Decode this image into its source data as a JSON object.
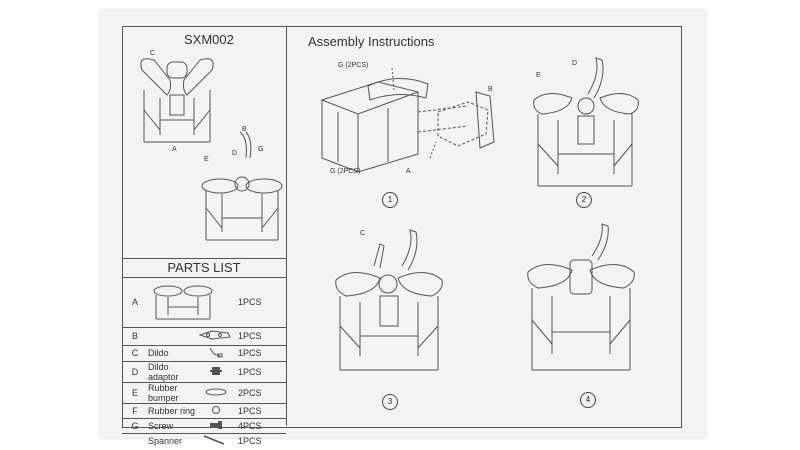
{
  "header": {
    "model": "SXM002",
    "title": "Assembly Instructions"
  },
  "overview_labels": {
    "top": [
      "C",
      "A"
    ],
    "bottom": [
      "B",
      "E",
      "D",
      "G"
    ]
  },
  "parts_list": {
    "title": "PARTS LIST",
    "rows": [
      {
        "letter": "A",
        "name": "",
        "qty": "1PCS"
      },
      {
        "letter": "B",
        "name": "",
        "qty": "1PCS"
      },
      {
        "letter": "C",
        "name": "Dildo",
        "qty": "1PCS"
      },
      {
        "letter": "D",
        "name": "Dildo adaptor",
        "qty": "1PCS"
      },
      {
        "letter": "E",
        "name": "Rubber bumper",
        "qty": "2PCS"
      },
      {
        "letter": "F",
        "name": "Rubber ring",
        "qty": "1PCS"
      },
      {
        "letter": "G",
        "name": "Screw",
        "qty": "4PCS"
      },
      {
        "letter": "",
        "name": "Spanner",
        "qty": "1PCS"
      }
    ]
  },
  "steps": [
    {
      "number": "1",
      "callouts": [
        "G (2PCS)",
        "B",
        "G (2PCS)",
        "A"
      ]
    },
    {
      "number": "2",
      "callouts": [
        "E",
        "D"
      ]
    },
    {
      "number": "3",
      "callouts": [
        "C"
      ]
    },
    {
      "number": "4",
      "callouts": []
    }
  ]
}
